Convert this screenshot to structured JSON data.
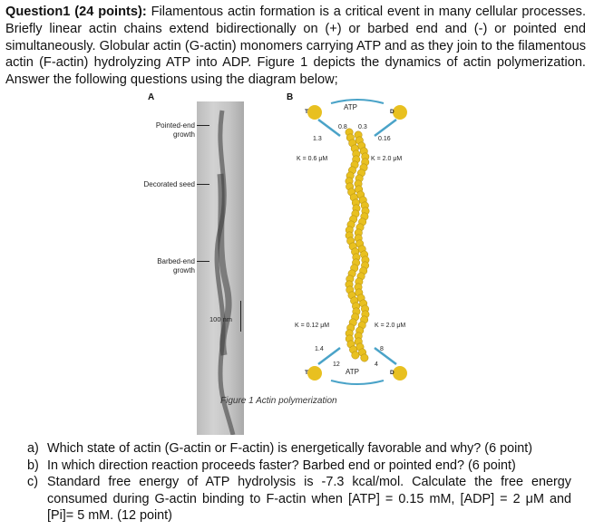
{
  "question": {
    "heading": "Question1 (24 points):",
    "body": "Filamentous actin formation is a critical event in many cellular processes. Briefly linear actin chains extend bidirectionally on (+) or barbed end and (-) or pointed end simultaneously. Globular actin (G-actin) monomers carrying ATP and as they join to the filamentous actin (F-actin) hydrolyzing ATP into ADP. Figure 1 depicts the dynamics of actin polymerization. Answer the following questions using the diagram below;"
  },
  "figure": {
    "panel_a": "A",
    "panel_b": "B",
    "label_pointed": "Pointed-end growth",
    "label_decorated": "Decorated seed",
    "label_barbed": "Barbed-end growth",
    "scale_bar": "100 nm",
    "top_atp": "ATP",
    "top_rates": [
      "1.3",
      "0.8",
      "0.3",
      "0.16"
    ],
    "top_k_left": "K = 0.6 μM",
    "top_k_right": "K = 2.0 μM",
    "bottom_k_left": "K = 0.12 μM",
    "bottom_k_right": "K = 2.0 μM",
    "bottom_rates": [
      "1.4",
      "12",
      "8",
      "4"
    ],
    "bottom_atp": "ATP",
    "monomer_t": "T",
    "monomer_d": "D",
    "caption": "Figure 1 Actin polymerization",
    "colors": {
      "monomer": "#e8c020",
      "arrow": "#4aa3c8",
      "micrograph": "#c4c4c4"
    }
  },
  "questions": [
    {
      "label": "a)",
      "text": "Which state of actin (G-actin or F-actin) is energetically favorable and why? (6 point)"
    },
    {
      "label": "b)",
      "text": "In which direction reaction proceeds faster? Barbed end or pointed end? (6 point)"
    },
    {
      "label": "c)",
      "text": "Standard free energy of ATP hydrolysis is -7.3 kcal/mol. Calculate the free energy consumed during G-actin binding to F-actin when [ATP] = 0.15 mM, [ADP] = 2 μM and [Pi]= 5 mM. (12 point)"
    }
  ]
}
